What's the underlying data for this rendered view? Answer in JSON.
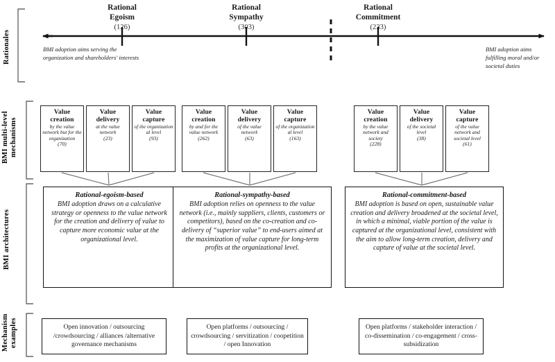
{
  "figure": {
    "rows": [
      {
        "id": "rationales",
        "label": "Rationales"
      },
      {
        "id": "mechanisms",
        "label": "BMI multi-level\nmechanisms"
      },
      {
        "id": "architectures",
        "label": "BMI architectures"
      },
      {
        "id": "examples",
        "label": "Mechanism\nexamples"
      }
    ]
  },
  "timeline": {
    "points": [
      {
        "name": "Rational\nEgoism",
        "title_line1": "Rational",
        "title_line2": "Egoism",
        "count": "(126)"
      },
      {
        "name": "Rational\nSympathy",
        "title_line1": "Rational",
        "title_line2": "Sympathy",
        "count": "(303)"
      },
      {
        "name": "Rational\nCommitment",
        "title_line1": "Rational",
        "title_line2": "Commitment",
        "count": "(233)"
      }
    ],
    "left_note": "BMI adoption aims serving the organization and shareholders' interests",
    "right_note": "BMI adoption aims fulfilling moral and/or societal duties"
  },
  "mechanisms": {
    "groups": [
      {
        "group": "rational-egoism",
        "cells": [
          {
            "title_line1": "Value",
            "title_line2": "creation",
            "subtitle": "by the value network but for the organization",
            "count": "(70)"
          },
          {
            "title_line1": "Value",
            "title_line2": "delivery",
            "subtitle": "at the value network",
            "count": "(23)"
          },
          {
            "title_line1": "Value",
            "title_line2": "capture",
            "subtitle": "of the organization al level",
            "count": "(93)"
          }
        ]
      },
      {
        "group": "rational-sympathy",
        "cells": [
          {
            "title_line1": "Value",
            "title_line2": "creation",
            "subtitle": "by and for the value network",
            "count": "(262)"
          },
          {
            "title_line1": "Value",
            "title_line2": "delivery",
            "subtitle": "of the value network",
            "count": "(63)"
          },
          {
            "title_line1": "Value",
            "title_line2": "capture",
            "subtitle": "of the organization al level",
            "count": "(163)"
          }
        ]
      },
      {
        "group": "rational-commitment",
        "cells": [
          {
            "title_line1": "Value",
            "title_line2": "creation",
            "subtitle": "by the value network and society",
            "count": "(228)"
          },
          {
            "title_line1": "Value",
            "title_line2": "delivery",
            "subtitle": "of the societal level",
            "count": "(38)"
          },
          {
            "title_line1": "Value",
            "title_line2": "capture",
            "subtitle": "of the value network and societal level",
            "count": "(61)"
          }
        ]
      }
    ]
  },
  "architectures": [
    {
      "title": "Rational-egoism-based",
      "body": "BMI adoption draws on a calculative strategy or openness to the value network for the creation and delivery of value to capture more economic value at the organizational level."
    },
    {
      "title": "Rational-sympathy-based",
      "body": "BMI adoption relies on openness to the value network (i.e., mainly suppliers, clients, customers or competitors), based on the co-creation and co-delivery of “superior value” to end-users aimed at the maximization of value capture for long-term profits at the organizational level."
    },
    {
      "title": "Rational-commitment-based",
      "body": "BMI adoption is based on open, sustainable value creation and delivery broadened at the societal level,  in which a minimal, viable portion of the value is captured at the organizational level,  consistent with the aim to allow long-term creation, delivery and capture of value at the societal level."
    }
  ],
  "examples": [
    {
      "text": "Open innovation / outsourcing /crowdsourcing / alliances /alternative governance mechanisms"
    },
    {
      "text": "Open platforms / outsourcing / crowdsourcing / servitization / coopetition / open Innovation"
    },
    {
      "text": "Open platforms / stakeholder interaction / co-dissemination / co-engagement / cross-subsidization"
    }
  ],
  "style": {
    "line_color": "#1c1c1c",
    "connector_color": "#6f6f6f",
    "bracket_color": "#555555",
    "background": "#ffffff"
  }
}
